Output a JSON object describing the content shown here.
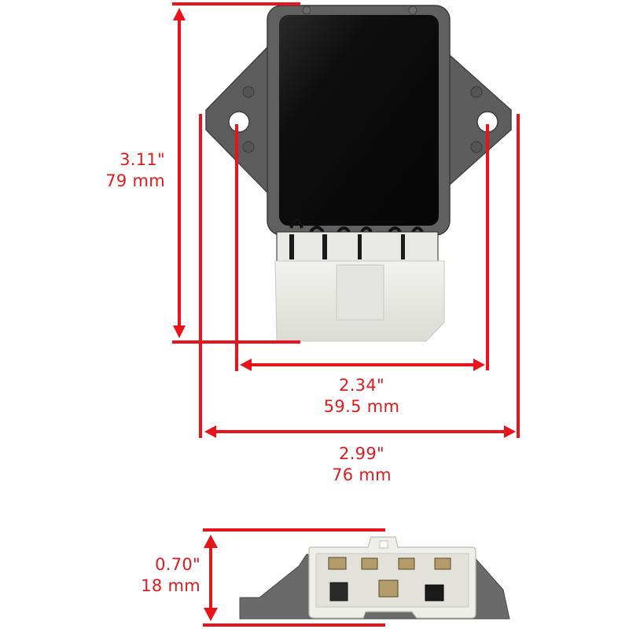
{
  "product": {
    "name": "voltage regulator rectifier",
    "colors": {
      "dimension_red": "#e8141b",
      "housing_gray": "#5a5a5a",
      "potting_black": "#111111",
      "connector_white": "#eeeeea"
    }
  },
  "dimensions": {
    "height": {
      "inches": "3.11\"",
      "mm": "79 mm"
    },
    "hole_spacing": {
      "inches": "2.34\"",
      "mm": "59.5 mm"
    },
    "overall_width": {
      "inches": "2.99\"",
      "mm": "76 mm"
    },
    "connector_depth": {
      "inches": "0.70\"",
      "mm": "18 mm"
    }
  },
  "connector": {
    "pin_count": 7,
    "rows": [
      [
        "pin",
        "pin",
        "pin",
        "pin"
      ],
      [
        "pin",
        "pin",
        "pin"
      ]
    ]
  }
}
